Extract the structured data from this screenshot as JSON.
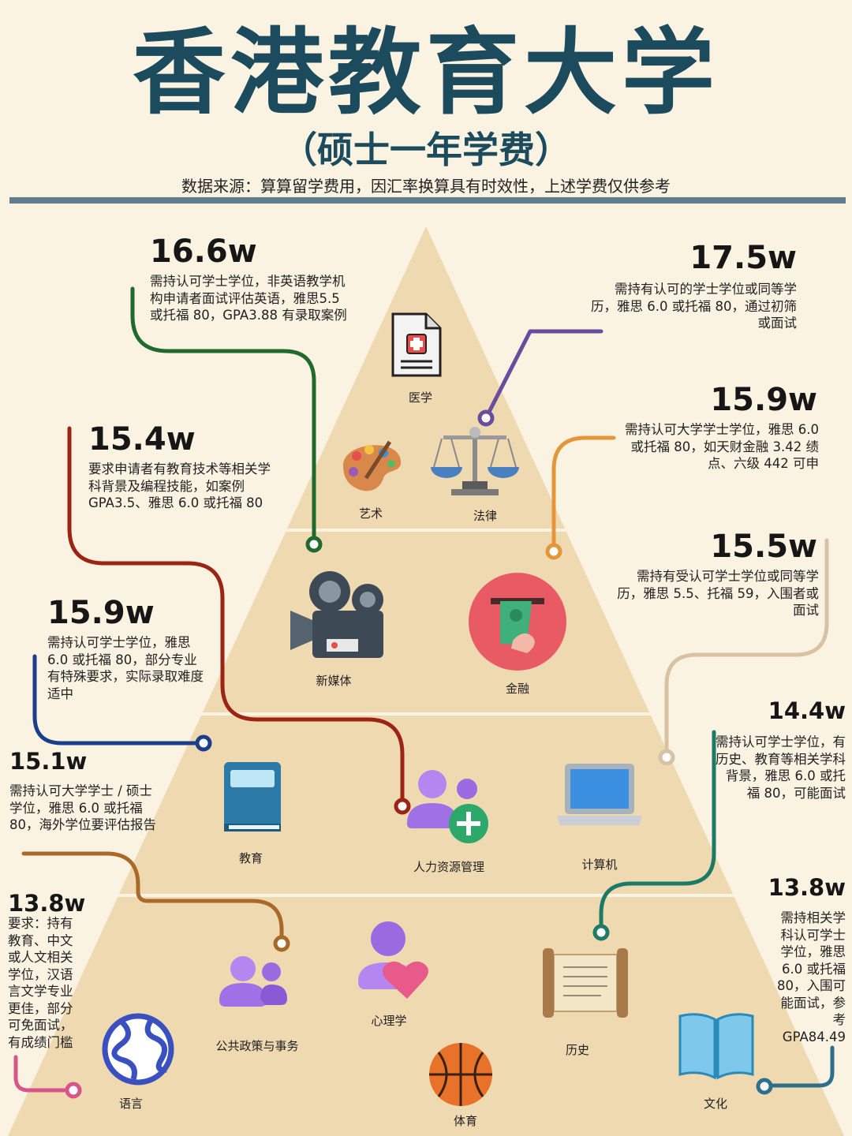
{
  "header": {
    "title": "香港教育大学",
    "subtitle": "（硕士一年学费）",
    "source": "数据来源：算算留学费用，因汇率换算具有时效性，上述学费仅供参考"
  },
  "callouts": [
    {
      "amount": "16.6w",
      "text": "需持认可学士学位，非英语教学机构申请者面试评估英语，雅思5.5 或托福 80，GPA3.88 有录取案例",
      "color": "#1f6a2c"
    },
    {
      "amount": "17.5w",
      "text": "需持有认可的学士学位或同等学历，雅思 6.0 或托福 80，通过初筛或面试",
      "color": "#6a4c9c"
    },
    {
      "amount": "15.4w",
      "text": "要求申请者有教育技术等相关学科背景及编程技能，如案例 GPA3.5、雅思 6.0 或托福 80",
      "color": "#9b2414"
    },
    {
      "amount": "15.9w",
      "text": "需持认可大学学士学位，雅思 6.0 或托福 80，如天财金融 3.42 绩点、六级 442 可申",
      "color": "#e3963a"
    },
    {
      "amount": "15.5w",
      "text": "需持有受认可学士学位或同等学历，雅思 5.5、托福 59，入围者或面试",
      "color": "#d8c2a4"
    },
    {
      "amount": "15.9w",
      "text": "需持认可学士学位，雅思 6.0 或托福 80，部分专业有特殊要求，实际录取难度适中",
      "color": "#1b3e8c"
    },
    {
      "amount": "15.1w",
      "text": "需持认可大学学士 / 硕士学位，雅思 6.0 或托福 80，海外学位要评估报告",
      "color": "#a9692b"
    },
    {
      "amount": "14.4w",
      "text": "需持认可学士学位，有历史、教育等相关学科背景，雅思 6.0 或托福 80，可能面试",
      "color": "#1c7a66"
    },
    {
      "amount": "13.8w",
      "text": "要求：持有教育、中文或人文相关学位，汉语言文学专业更佳，部分可免面试，有成绩门槛",
      "color": "#d8558a"
    },
    {
      "amount": "13.8w",
      "text": "需持相关学科认可学士学位，雅思 6.0 或托福 80，入围可能面试，参考 GPA84.49",
      "color": "#2e6f8f"
    }
  ],
  "subjects": [
    "医学",
    "艺术",
    "法律",
    "新媒体",
    "金融",
    "教育",
    "人力资源管理",
    "计算机",
    "公共政策与事务",
    "心理学",
    "历史",
    "语言",
    "体育",
    "文化"
  ],
  "colors": {
    "title": "#1d4b5e",
    "pyramid": "#efd9b1",
    "background": "#fbf3e2",
    "divider": "#5f7e8e"
  }
}
